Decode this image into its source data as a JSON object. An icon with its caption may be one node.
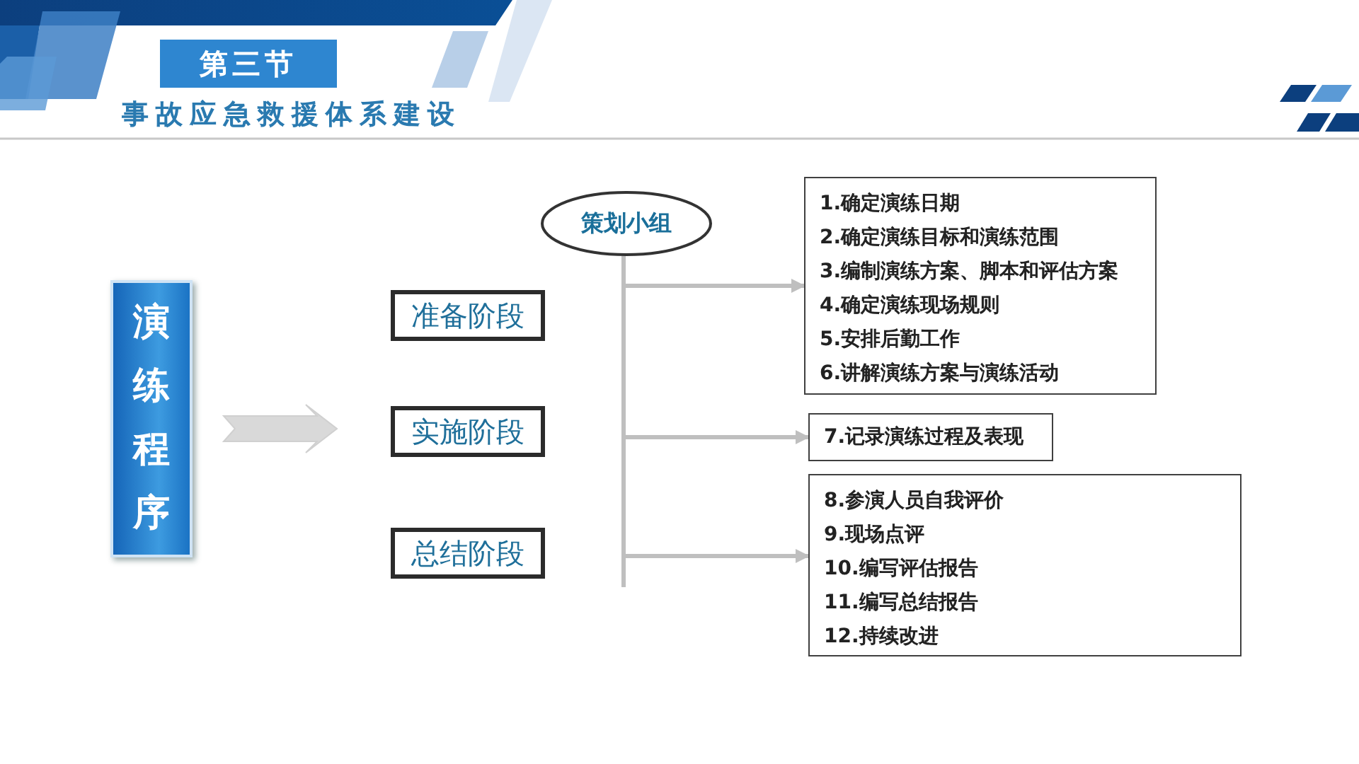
{
  "diagram": {
    "title": "事故应急救援体系建设",
    "labels": [
      "第三节"
    ],
    "nodes": [
      {
        "text": [
          "演练程序"
        ]
      },
      {
        "text": [
          "策划小组"
        ]
      },
      {
        "text": [
          "准备阶段"
        ]
      },
      {
        "text": [
          "实施阶段"
        ]
      },
      {
        "text": [
          "总结阶段"
        ]
      },
      {
        "text": [
          "1.确定演练日期",
          "2.确定演练目标和演练范围",
          "3.编制演练方案、脚本和评估方案",
          "4.确定演练现场规则",
          "5.安排后勤工作",
          "6.讲解演练方案与演练活动"
        ]
      },
      {
        "text": [
          "7.记录演练过程及表现"
        ]
      },
      {
        "text": [
          "8.参演人员自我评价",
          "9.现场点评",
          "10.编写评估报告",
          "11.编写总结报告",
          "12.持续改进"
        ]
      }
    ],
    "edges": [
      {
        "from": 0,
        "to": 3,
        "arrow": "to"
      },
      {
        "from": 1,
        "to": 5,
        "arrow": "to"
      },
      {
        "from": 1,
        "to": 6,
        "arrow": "to"
      },
      {
        "from": 1,
        "to": 7,
        "arrow": "to"
      }
    ]
  }
}
